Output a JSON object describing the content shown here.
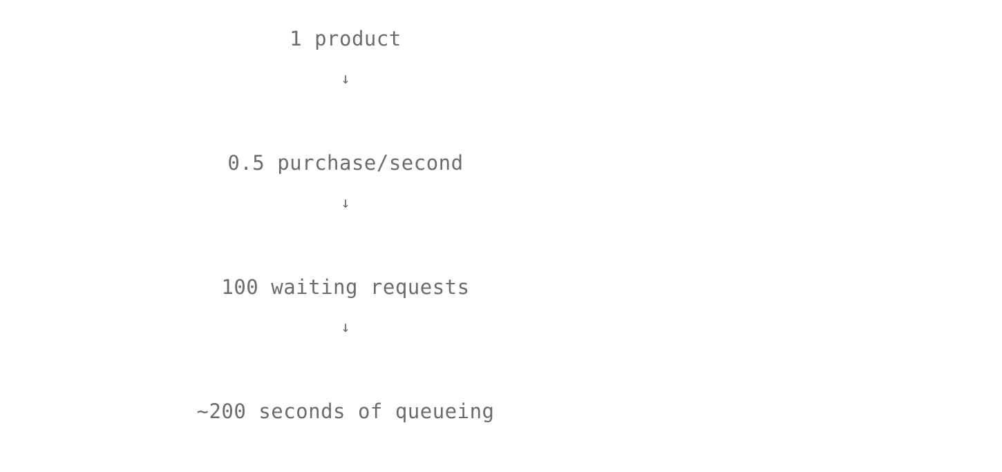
{
  "flow": {
    "steps": [
      {
        "label": "1 product"
      },
      {
        "label": "0.5 purchase/second"
      },
      {
        "label": "100 waiting requests"
      },
      {
        "label": "~200 seconds of queueing"
      }
    ],
    "arrow_glyph": "↓",
    "text_color": "#6b6b6b"
  }
}
